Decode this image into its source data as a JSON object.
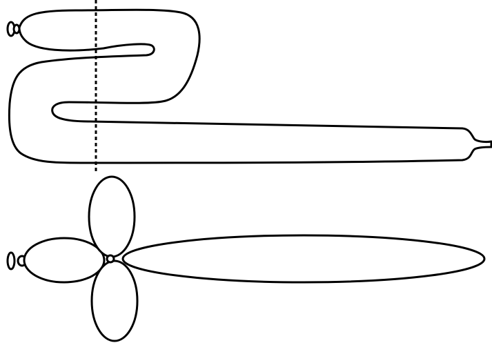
{
  "diagram": {
    "background": "#ffffff",
    "stroke_color": "#000000",
    "panels": [
      {
        "name": "folded-balloon",
        "shape": "long balloon folded in an S-shape",
        "guide": "dashed cut line"
      },
      {
        "name": "balloon-flower-sword",
        "shape": "three small bubbles in a cross with one long bubble",
        "bubble_count": 4
      }
    ]
  }
}
